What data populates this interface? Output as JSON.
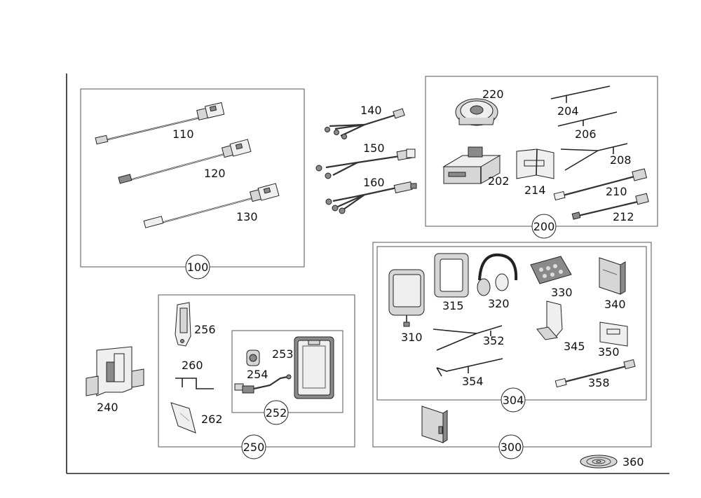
{
  "callouts": {
    "c100": "100",
    "c110": "110",
    "c120": "120",
    "c130": "130",
    "c140": "140",
    "c150": "150",
    "c160": "160",
    "c200": "200",
    "c202": "202",
    "c204": "204",
    "c206": "206",
    "c208": "208",
    "c210": "210",
    "c212": "212",
    "c214": "214",
    "c220": "220",
    "c240": "240",
    "c250": "250",
    "c252": "252",
    "c253": "253",
    "c254": "254",
    "c256": "256",
    "c260": "260",
    "c262": "262",
    "c300": "300",
    "c304": "304",
    "c310": "310",
    "c315": "315",
    "c320": "320",
    "c330": "330",
    "c340": "340",
    "c345": "345",
    "c350": "350",
    "c352": "352",
    "c354": "354",
    "c358": "358",
    "c360": "360"
  },
  "colors": {
    "line": "#222222",
    "part_fill": "#d6d6d6",
    "part_dark": "#8a8a8a",
    "background": "#ffffff"
  }
}
